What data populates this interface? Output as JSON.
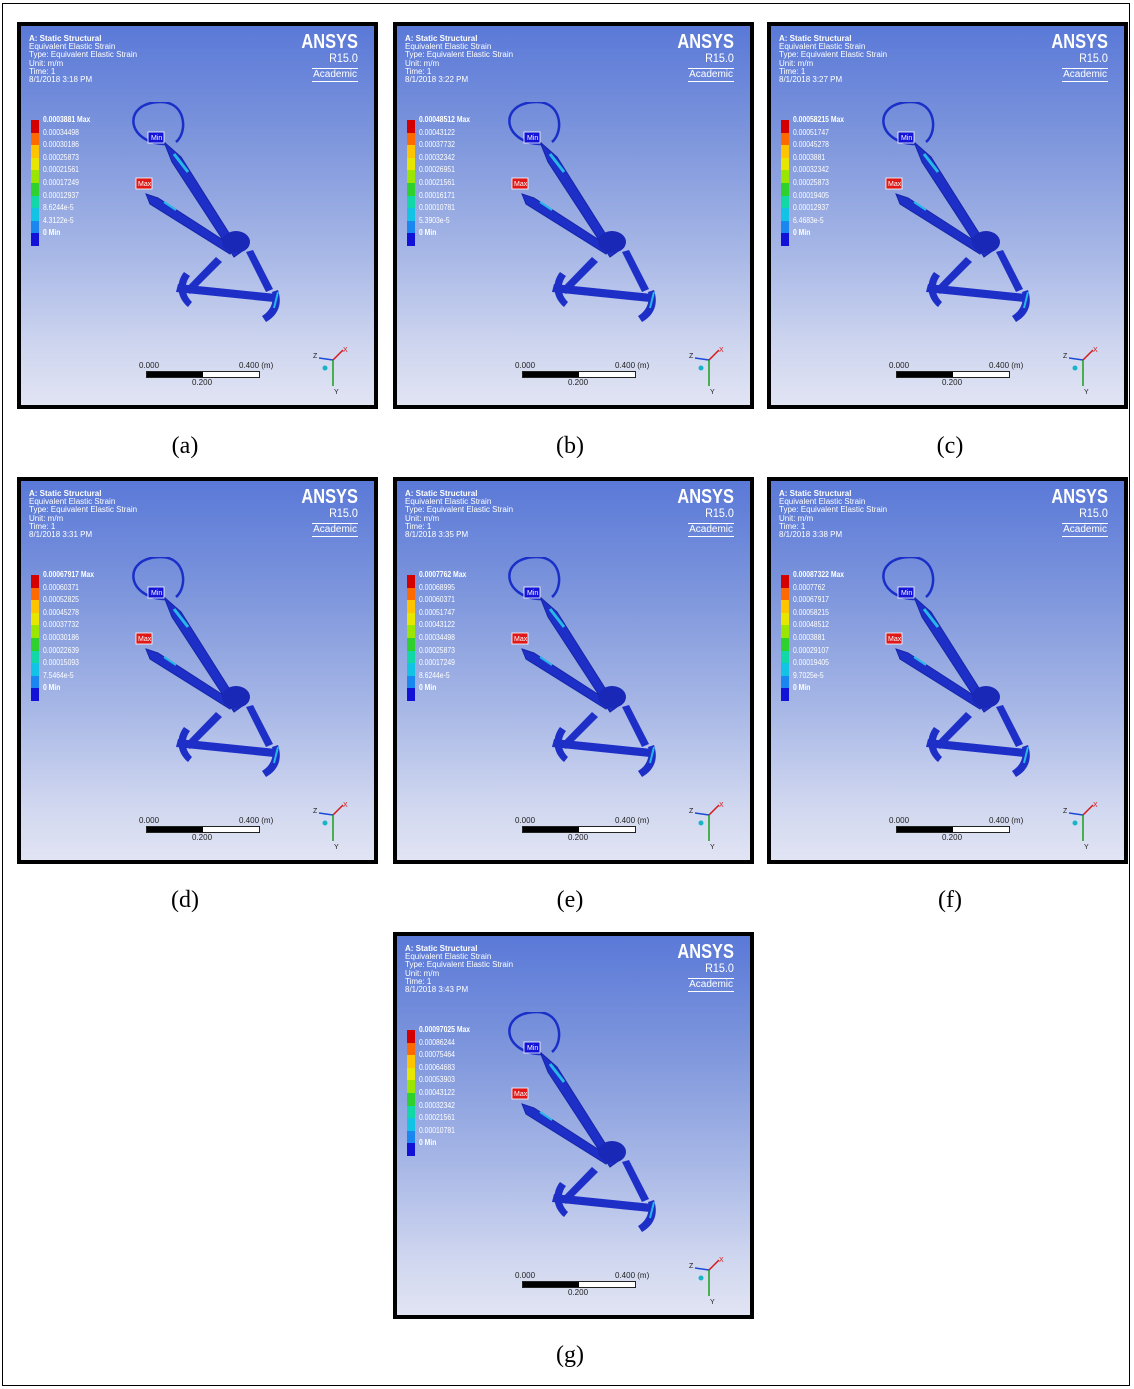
{
  "panels": [
    {
      "id": "a",
      "caption": "(a)",
      "header": {
        "title": "A: Static Structural",
        "subtitle": "Equivalent Elastic Strain",
        "type": "Type: Equivalent Elastic Strain",
        "unit": "Unit: m/m",
        "time": "Time: 1",
        "date": "8/1/2018 3:18 PM"
      },
      "legend": {
        "max": "0.0003881 Max",
        "values": [
          "0.00034498",
          "0.00030186",
          "0.00025873",
          "0.00021561",
          "0.00017249",
          "0.00012937",
          "8.6244e-5",
          "4.3122e-5"
        ],
        "min": "0 Min"
      }
    },
    {
      "id": "b",
      "caption": "(b)",
      "header": {
        "title": "A: Static Structural",
        "subtitle": "Equivalent Elastic Strain",
        "type": "Type: Equivalent Elastic Strain",
        "unit": "Unit: m/m",
        "time": "Time: 1",
        "date": "8/1/2018 3:22 PM"
      },
      "legend": {
        "max": "0.00048512 Max",
        "values": [
          "0.00043122",
          "0.00037732",
          "0.00032342",
          "0.00026951",
          "0.00021561",
          "0.00016171",
          "0.00010781",
          "5.3903e-5"
        ],
        "min": "0 Min"
      }
    },
    {
      "id": "c",
      "caption": "(c)",
      "header": {
        "title": "A: Static Structural",
        "subtitle": "Equivalent Elastic Strain",
        "type": "Type: Equivalent Elastic Strain",
        "unit": "Unit: m/m",
        "time": "Time: 1",
        "date": "8/1/2018 3:27 PM"
      },
      "legend": {
        "max": "0.00058215 Max",
        "values": [
          "0.00051747",
          "0.00045278",
          "0.0003881",
          "0.00032342",
          "0.00025873",
          "0.00019405",
          "0.00012937",
          "6.4683e-5"
        ],
        "min": "0 Min"
      }
    },
    {
      "id": "d",
      "caption": "(d)",
      "header": {
        "title": "A: Static Structural",
        "subtitle": "Equivalent Elastic Strain",
        "type": "Type: Equivalent Elastic Strain",
        "unit": "Unit: m/m",
        "time": "Time: 1",
        "date": "8/1/2018 3:31 PM"
      },
      "legend": {
        "max": "0.00067917 Max",
        "values": [
          "0.00060371",
          "0.00052825",
          "0.00045278",
          "0.00037732",
          "0.00030186",
          "0.00022639",
          "0.00015093",
          "7.5464e-5"
        ],
        "min": "0 Min"
      }
    },
    {
      "id": "e",
      "caption": "(e)",
      "header": {
        "title": "A: Static Structural",
        "subtitle": "Equivalent Elastic Strain",
        "type": "Type: Equivalent Elastic Strain",
        "unit": "Unit: m/m",
        "time": "Time: 1",
        "date": "8/1/2018 3:35 PM"
      },
      "legend": {
        "max": "0.0007762 Max",
        "values": [
          "0.00068995",
          "0.00060371",
          "0.00051747",
          "0.00043122",
          "0.00034498",
          "0.00025873",
          "0.00017249",
          "8.6244e-5"
        ],
        "min": "0 Min"
      }
    },
    {
      "id": "f",
      "caption": "(f)",
      "header": {
        "title": "A: Static Structural",
        "subtitle": "Equivalent Elastic Strain",
        "type": "Type: Equivalent Elastic Strain",
        "unit": "Unit: m/m",
        "time": "Time: 1",
        "date": "8/1/2018 3:38 PM"
      },
      "legend": {
        "max": "0.00087322 Max",
        "values": [
          "0.0007762",
          "0.00067917",
          "0.00058215",
          "0.00048512",
          "0.0003881",
          "0.00029107",
          "0.00019405",
          "9.7025e-5"
        ],
        "min": "0 Min"
      }
    },
    {
      "id": "g",
      "caption": "(g)",
      "header": {
        "title": "A: Static Structural",
        "subtitle": "Equivalent Elastic Strain",
        "type": "Type: Equivalent Elastic Strain",
        "unit": "Unit: m/m",
        "time": "Time: 1",
        "date": "8/1/2018 3:43 PM"
      },
      "legend": {
        "max": "0.00097025 Max",
        "values": [
          "0.00086244",
          "0.00075464",
          "0.00064683",
          "0.00053903",
          "0.00043122",
          "0.00032342",
          "0.00021561",
          "0.00010781"
        ],
        "min": "0 Min"
      }
    }
  ],
  "common": {
    "brand": "ANSYS",
    "version": "R15.0",
    "license": "Academic",
    "scale": {
      "start": "0.000",
      "end": "0.400 (m)",
      "mid": "0.200"
    },
    "probe_max": "Max",
    "probe_min": "Min",
    "axes": {
      "x": "X",
      "y": "Y",
      "z": "Z"
    },
    "legend_colors": [
      "#d40000",
      "#ff6a00",
      "#ffc400",
      "#e6e600",
      "#9be600",
      "#2fd12f",
      "#12d8a8",
      "#12c3e6",
      "#1a86ef",
      "#1111d8"
    ]
  }
}
